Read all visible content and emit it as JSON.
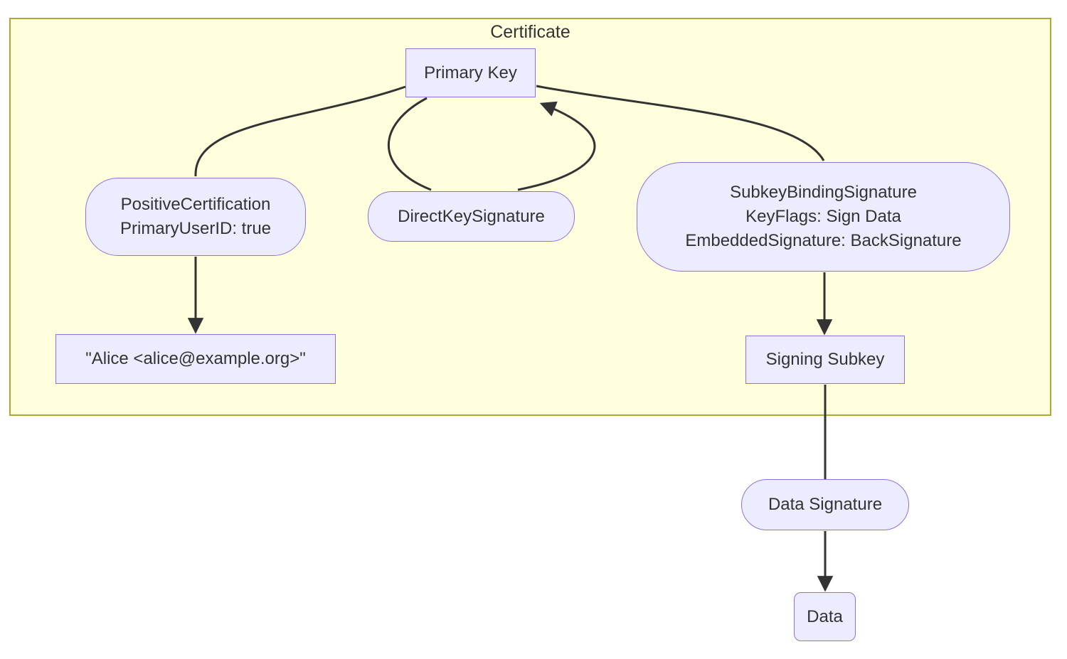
{
  "cluster": {
    "label": "Certificate"
  },
  "nodes": {
    "primary_key": {
      "label": "Primary Key",
      "shape": "rect"
    },
    "positive_certification": {
      "line1": "PositiveCertification",
      "line2": "PrimaryUserID: true",
      "shape": "stadium"
    },
    "direct_key_signature": {
      "label": "DirectKeySignature",
      "shape": "stadium"
    },
    "subkey_binding_signature": {
      "line1": "SubkeyBindingSignature",
      "line2": "KeyFlags: Sign Data",
      "line3": "EmbeddedSignature: BackSignature",
      "shape": "stadium"
    },
    "user_id": {
      "label": "\"Alice <alice@example.org>\"",
      "shape": "rect"
    },
    "signing_subkey": {
      "label": "Signing Subkey",
      "shape": "rect"
    },
    "data_signature": {
      "label": "Data Signature",
      "shape": "stadium"
    },
    "data": {
      "label": "Data",
      "shape": "rounded-rect"
    }
  },
  "edges": [
    {
      "from": "primary_key",
      "to": "positive_certification",
      "arrowhead": false
    },
    {
      "from": "primary_key",
      "to": "direct_key_signature",
      "arrowhead": false
    },
    {
      "from": "direct_key_signature",
      "to": "primary_key",
      "arrowhead": true
    },
    {
      "from": "primary_key",
      "to": "subkey_binding_signature",
      "arrowhead": false
    },
    {
      "from": "positive_certification",
      "to": "user_id",
      "arrowhead": true
    },
    {
      "from": "subkey_binding_signature",
      "to": "signing_subkey",
      "arrowhead": true
    },
    {
      "from": "signing_subkey",
      "to": "data_signature",
      "arrowhead": false
    },
    {
      "from": "data_signature",
      "to": "data",
      "arrowhead": true
    }
  ],
  "colors": {
    "node_fill": "#ECECFF",
    "node_border": "#9370DB",
    "cluster_fill": "#ffffde",
    "cluster_border": "#aaaa33",
    "edge": "#333333",
    "text": "#333333",
    "background": "#ffffff"
  }
}
